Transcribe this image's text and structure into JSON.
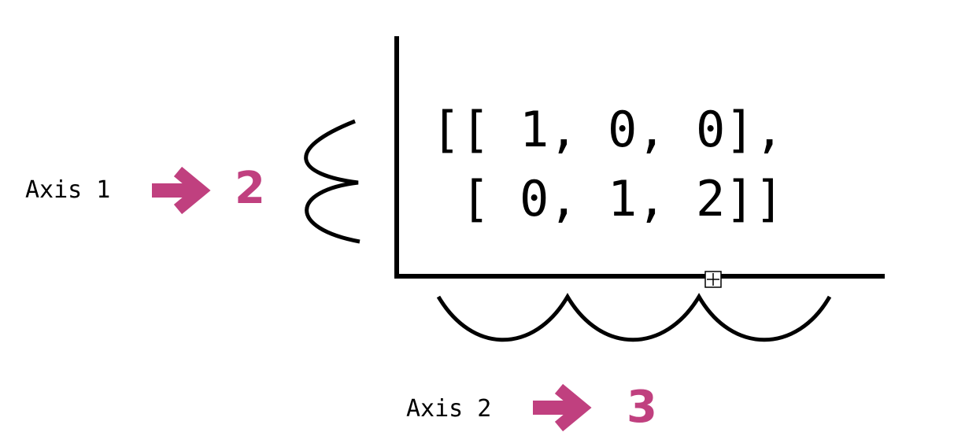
{
  "axis1": {
    "label": "Axis 1",
    "size": "2"
  },
  "axis2": {
    "label": "Axis 2",
    "size": "3"
  },
  "matrix": {
    "rows": [
      "[[ 1, 0, 0],",
      " [ 0, 1, 2]]"
    ]
  },
  "colors": {
    "accent": "#c0407f",
    "ink": "#000000",
    "background": "#ffffff"
  },
  "icons": {
    "axis1_arrow": "right-arrow-icon",
    "axis2_arrow": "right-arrow-icon",
    "cursor": "crosshair-icon"
  }
}
